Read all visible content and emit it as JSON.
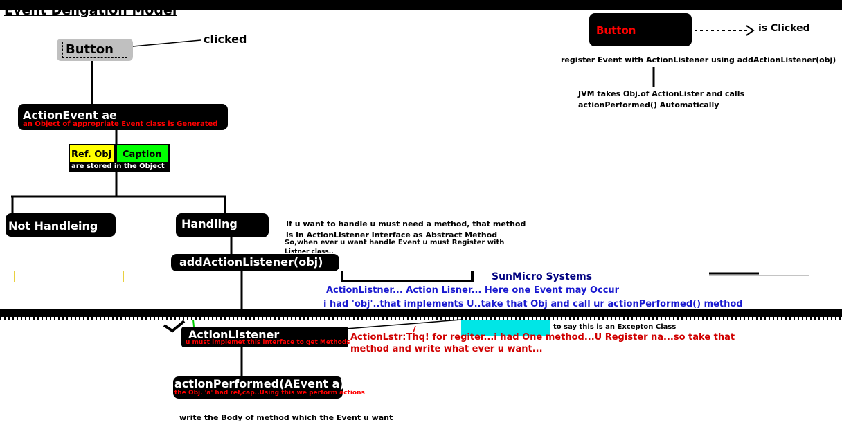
{
  "title": "Event Deligation Model",
  "left": {
    "button_label": "Button",
    "clicked_label": "clicked",
    "action_event_title": "ActionEvent ae",
    "action_event_sub": "an Object of appropriate Event class is Generated",
    "ref_obj": "Ref. Obj",
    "caption": "Caption",
    "stored_text": "are stored in the Object",
    "not_handling": "Not Handleing",
    "handling": "Handling",
    "add_listener": "addActionListener(obj)",
    "handle_note_1": "If u want to handle u must need a method, that method",
    "handle_note_2": "is in ActionListener Interface as Abstract Method",
    "handle_note_3": "So,when ever u want handle Event u must Register with",
    "handle_note_4": "Listner class..",
    "action_listener_title": "ActionListener",
    "action_listener_sub": "u must implemet this interface to get Methods",
    "action_performed_title": "actionPerformed(AEvent a)",
    "action_performed_sub": "the Obj. 'a' had ref,cap..Using this we perform actions",
    "body_note": "write the Body of method which the Event u want"
  },
  "right": {
    "button_label": "Button",
    "is_clicked": "is Clicked",
    "register_text": "register Event with ActionListener using addActionListener(obj)",
    "jvm_line_1": "JVM takes Obj.of ActionLister and calls",
    "jvm_line_2": "actionPerformed() Automatically"
  },
  "middle": {
    "sun": "SunMicro Systems",
    "listener_call": "ActionListner... Action Lisner... Here one Event may Occur",
    "obj_text": "i had 'obj'..that implements U..take that Obj and call ur actionPerformed() method",
    "exception_note": "to say this is an Excepton Class",
    "reply_1": "ActionLstr:Thq! for regiter...i had One method...U Register na...so take that",
    "reply_2": "method and write what ever u want..."
  },
  "colors": {
    "red": "#ff0000",
    "navy": "#000080",
    "blue": "#1a1ad0",
    "yellow": "#ffff00",
    "green": "#00ff00",
    "cyan": "#00e6e6",
    "gray": "#c0c0c0"
  }
}
